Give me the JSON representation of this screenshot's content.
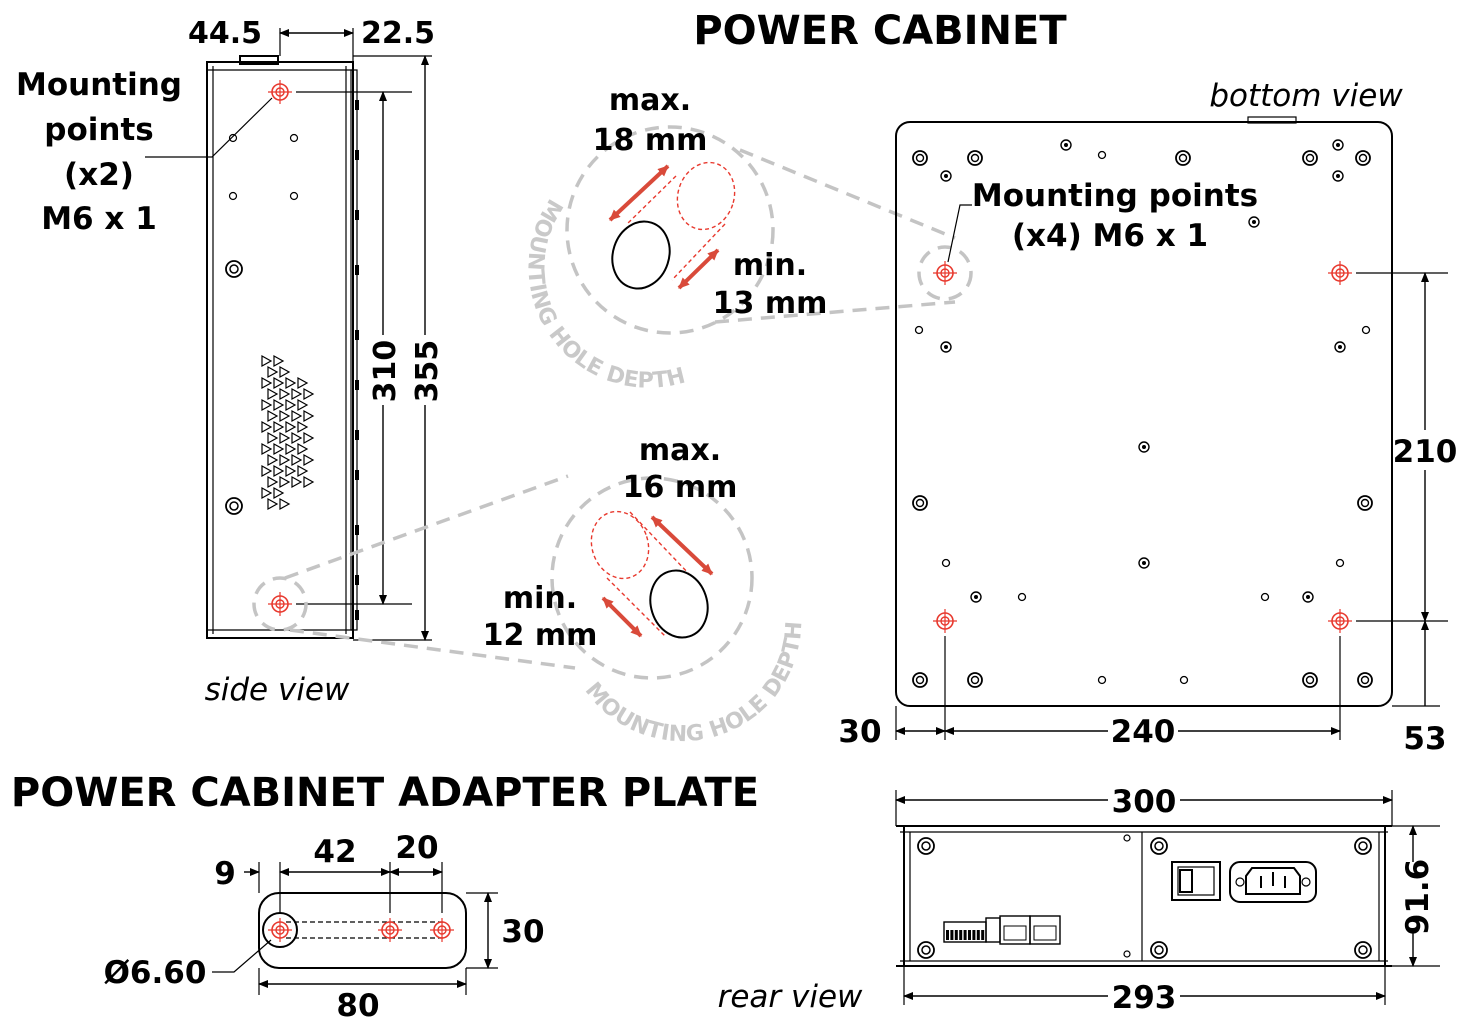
{
  "titles": {
    "power_cabinet": "POWER CABINET",
    "adapter_plate": "POWER CABINET ADAPTER PLATE"
  },
  "views": {
    "side": "side view",
    "bottom": "bottom view",
    "rear": "rear view"
  },
  "side_view": {
    "mount_label_lines": [
      "Mounting",
      "points",
      "(x2)",
      "M6 x 1"
    ],
    "dim_top_left": "44.5",
    "dim_top_right": "22.5",
    "dim_inner_vertical": "310",
    "dim_outer_vertical": "355"
  },
  "callout_top": {
    "max_lines": [
      "max.",
      "18 mm"
    ],
    "min_lines": [
      "min.",
      "13  mm"
    ],
    "ring_text": "MOUNTING HOLE DEPTH"
  },
  "callout_bottom": {
    "max_lines": [
      "max.",
      "16 mm"
    ],
    "min_lines": [
      "min.",
      "12 mm"
    ],
    "ring_text": "MOUNTING HOLE DEPTH"
  },
  "bottom_view": {
    "mount_label_lines": [
      "Mounting points",
      "(x4) M6 x 1"
    ],
    "dim_vertical": "210",
    "dim_left": "30",
    "dim_width": "240",
    "dim_bottom_right": "53"
  },
  "rear_view": {
    "dim_width_top": "300",
    "dim_height": "91.6",
    "dim_width_bottom": "293"
  },
  "adapter_plate": {
    "dim_9": "9",
    "dim_42": "42",
    "dim_20": "20",
    "dim_30": "30",
    "dim_hole": "Ø6.60",
    "dim_80": "80"
  },
  "colors": {
    "mounting_hole_red": "#e8392e",
    "depth_arrow_red": "#d94a3a",
    "callout_gray": "#c4c4c4",
    "ring_text_gray": "#c9c9c9"
  }
}
